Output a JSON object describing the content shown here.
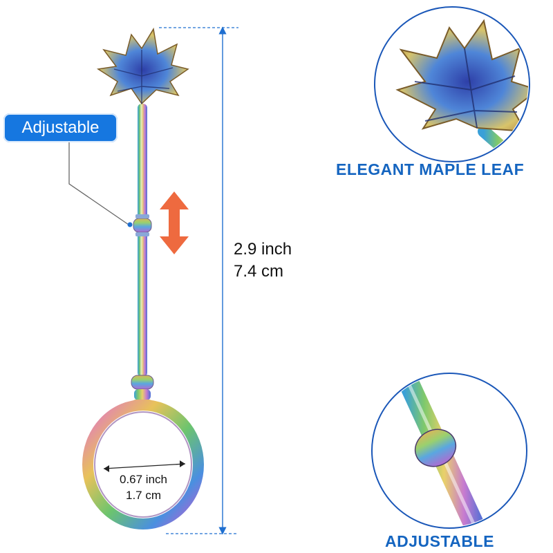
{
  "callout": {
    "label": "Adjustable"
  },
  "height_dimension": {
    "inch": "2.9 inch",
    "cm": "7.4 cm"
  },
  "ring_dimension": {
    "inch": "0.67 inch",
    "cm": "1.7 cm"
  },
  "features": [
    {
      "label": "ELEGANT MAPLE LEAF"
    },
    {
      "label": "ADJUSTABLE"
    }
  ],
  "colors": {
    "accent_blue": "#1677e0",
    "label_blue": "#1565c0",
    "adjust_arrow": "#ee6a3f"
  }
}
